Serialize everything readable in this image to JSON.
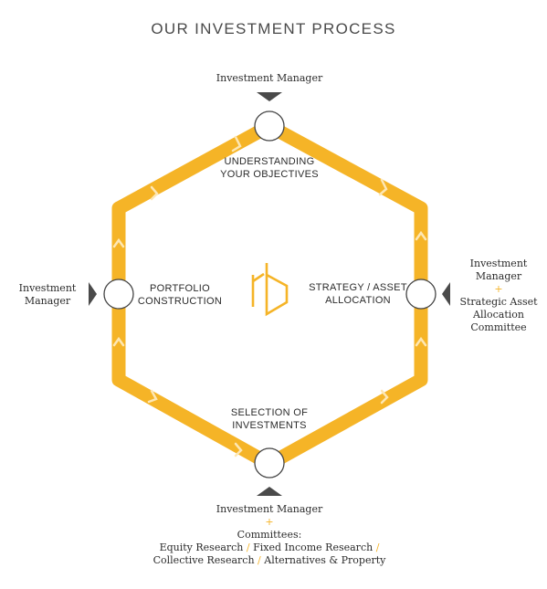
{
  "title": "OUR INVESTMENT PROCESS",
  "colors": {
    "accent": "#f5b427",
    "node_border": "#444444",
    "marker": "#4a4a4a",
    "text": "#2b2b2b"
  },
  "logo_icon": "rb-monogram-icon",
  "plus": "+",
  "slash": "/",
  "nodes": {
    "top": {
      "label_line1": "UNDERSTANDING",
      "label_line2": "YOUR OBJECTIVES",
      "actor": "Investment Manager"
    },
    "right": {
      "label_line1": "STRATEGY / ASSET",
      "label_line2": "ALLOCATION",
      "actor_line1": "Investment",
      "actor_line2": "Manager",
      "actor_line3": "Strategic Asset",
      "actor_line4": "Allocation",
      "actor_line5": "Committee"
    },
    "bottom": {
      "label_line1": "SELECTION OF",
      "label_line2": "INVESTMENTS",
      "actor_line1": "Investment Manager",
      "actor_line2": "Committees:",
      "research_1": "Equity Research",
      "research_2": "Fixed Income Research",
      "research_3": "Collective Research",
      "research_4": "Alternatives & Property"
    },
    "left": {
      "label_line1": "PORTFOLIO",
      "label_line2": "CONSTRUCTION",
      "actor_line1": "Investment",
      "actor_line2": "Manager"
    }
  }
}
